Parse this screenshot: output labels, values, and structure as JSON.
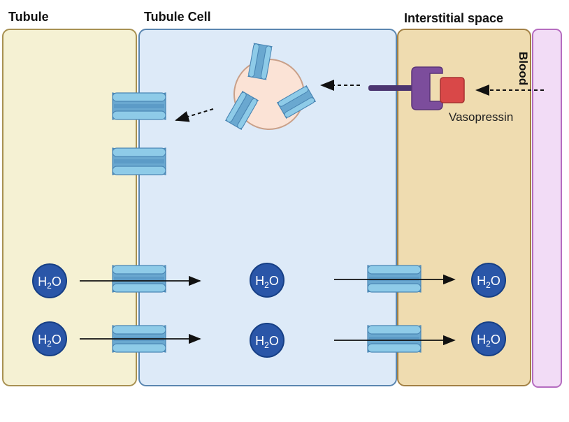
{
  "regions": {
    "tubule": "Tubule",
    "tubule_cell": "Tubule Cell",
    "interstitial": "Interstitial space",
    "blood": "Blood"
  },
  "hormone": "Vasopressin",
  "molecule": {
    "base": "H",
    "sub": "2",
    "rest": "O"
  },
  "colors": {
    "tubule_fill": "#f5f1d3",
    "tubule_border": "#a89152",
    "cell_fill": "#ddeaf8",
    "cell_border": "#5a86b0",
    "interstitial_fill": "#efdcb0",
    "interstitial_border": "#a28044",
    "blood_fill": "#f2dcf6",
    "blood_border": "#b56cc0",
    "aquaporin_light": "#8ecbe8",
    "aquaporin_dark": "#5c9cc8",
    "water_fill": "#2a56a8",
    "receptor": "#7c4d9c",
    "vasopressin": "#d94848",
    "vesicle_fill": "#fbe3d6"
  }
}
